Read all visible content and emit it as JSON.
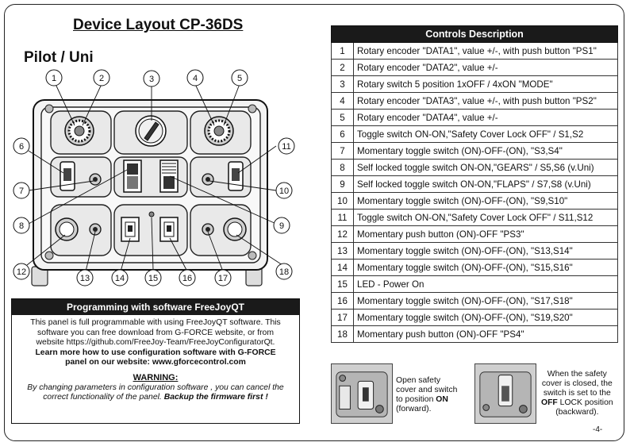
{
  "page": {
    "title": "Device Layout CP-36DS",
    "subtitle": "Pilot / Uni",
    "page_number": "-4-"
  },
  "callouts": [
    "1",
    "2",
    "3",
    "4",
    "5",
    "6",
    "7",
    "8",
    "9",
    "10",
    "11",
    "12",
    "13",
    "14",
    "15",
    "16",
    "17",
    "18"
  ],
  "programming": {
    "header": "Programming with software FreeJoyQT",
    "line1": "This panel is full programmable with using FreeJoyQT software. This",
    "line2": "software you can free download from  G-FORCE website, or from",
    "line3": "website https://github.com/FreeJoy-Team/FreeJoyConfiguratorQt.",
    "line4": "Learn more how to use configuration software with G-FORCE",
    "line5": "panel on our website: www.gforcecontrol.com",
    "warning_title": "WARNING:",
    "warning_line1": "By changing parameters in configuration software , you can cancel the",
    "warning_line2a": "correct functionality of the panel. ",
    "warning_line2b": "Backup the firmware first !"
  },
  "controls": {
    "header": "Controls Description",
    "rows": [
      {
        "num": "1",
        "text": "Rotary encoder \"DATA1\", value +/-, with push button \"PS1\""
      },
      {
        "num": "2",
        "text": "Rotary encoder \"DATA2\", value +/-"
      },
      {
        "num": "3",
        "text": "Rotary switch 5 position 1xOFF / 4xON \"MODE\""
      },
      {
        "num": "4",
        "text": "Rotary encoder \"DATA3\", value +/-, with push button \"PS2\""
      },
      {
        "num": "5",
        "text": "Rotary encoder \"DATA4\", value +/-"
      },
      {
        "num": "6",
        "text": "Toggle switch ON-ON,\"Safety Cover Lock OFF\" / S1,S2"
      },
      {
        "num": "7",
        "text": "Momentary toggle switch (ON)-OFF-(ON), \"S3,S4\""
      },
      {
        "num": "8",
        "text": "Self locked toggle switch ON-ON,\"GEARS\" / S5,S6 (v.Uni)"
      },
      {
        "num": "9",
        "text": "Self locked toggle switch ON-ON,\"FLAPS\" / S7,S8 (v.Uni)"
      },
      {
        "num": "10",
        "text": "Momentary toggle switch (ON)-OFF-(ON), \"S9,S10\""
      },
      {
        "num": "11",
        "text": "Toggle switch ON-ON,\"Safety Cover Lock OFF\" / S11,S12"
      },
      {
        "num": "12",
        "text": "Momentary push button (ON)-OFF \"PS3\""
      },
      {
        "num": "13",
        "text": "Momentary toggle switch (ON)-OFF-(ON), \"S13,S14\""
      },
      {
        "num": "14",
        "text": "Momentary toggle switch (ON)-OFF-(ON), \"S15,S16\""
      },
      {
        "num": "15",
        "text": "LED - Power On"
      },
      {
        "num": "16",
        "text": "Momentary toggle switch (ON)-OFF-(ON), \"S17,S18\""
      },
      {
        "num": "17",
        "text": "Momentary toggle switch (ON)-OFF-(ON), \"S19,S20\""
      },
      {
        "num": "18",
        "text": "Momentary push button (ON)-OFF \"PS4\""
      }
    ]
  },
  "notes": {
    "open": {
      "line1": "Open safety",
      "line2": "cover and switch",
      "line3a": "to position ",
      "line3b": "ON",
      "line4": "(forward)."
    },
    "closed": {
      "line1": "When the safety",
      "line2": "cover is closed, the",
      "line3": "switch is set to the",
      "line4a": "OFF",
      "line4b": " LOCK position",
      "line5": "(backward)."
    }
  }
}
